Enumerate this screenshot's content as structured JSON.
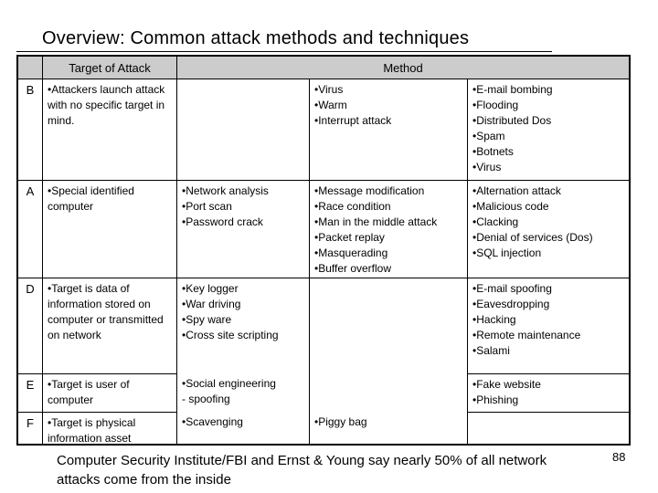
{
  "slide": {
    "title": "Overview: Common attack methods and techniques",
    "footer": "Computer Security Institute/FBI and Ernst & Young say nearly 50% of all network\nattacks come from the inside",
    "page_number": "88"
  },
  "table": {
    "colors": {
      "header_bg": "#cccccc",
      "border": "#000000"
    },
    "header": {
      "corner": "",
      "target": "Target of Attack",
      "method": "Method"
    },
    "rows": [
      {
        "id": "B",
        "target": "•Attackers launch attack with no specific target in mind.",
        "m1": "",
        "m2": "•Virus\n•Warm\n•Interrupt attack",
        "m3": "•E-mail bombing\n•Flooding\n•Distributed Dos\n•Spam\n•Botnets\n•Virus"
      },
      {
        "id": "A",
        "target": "•Special identified computer",
        "m1": "•Network analysis\n•Port scan\n•Password crack",
        "m2": "•Message modification\n•Race condition\n•Man in the middle attack\n•Packet replay\n•Masquerading\n•Buffer overflow",
        "m3": "•Alternation attack\n•Malicious code\n•Clacking\n•Denial of services (Dos)\n•SQL injection"
      },
      {
        "id": "D",
        "target": "•Target is data of information stored on computer or transmitted on network",
        "m1": "•Key logger\n•War driving\n•Spy ware\n•Cross site scripting",
        "m2": "",
        "m3": "•E-mail spoofing\n•Eavesdropping\n•Hacking\n•Remote maintenance\n•Salami"
      },
      {
        "id": "E",
        "target": "•Target is user of computer",
        "m1": "•Social engineering\n- spoofing",
        "m2": "",
        "m3": "•Fake website\n•Phishing"
      },
      {
        "id": "F",
        "target": "•Target is physical information asset",
        "m1": "•Scavenging",
        "m2": "•Piggy bag",
        "m3": ""
      }
    ]
  }
}
